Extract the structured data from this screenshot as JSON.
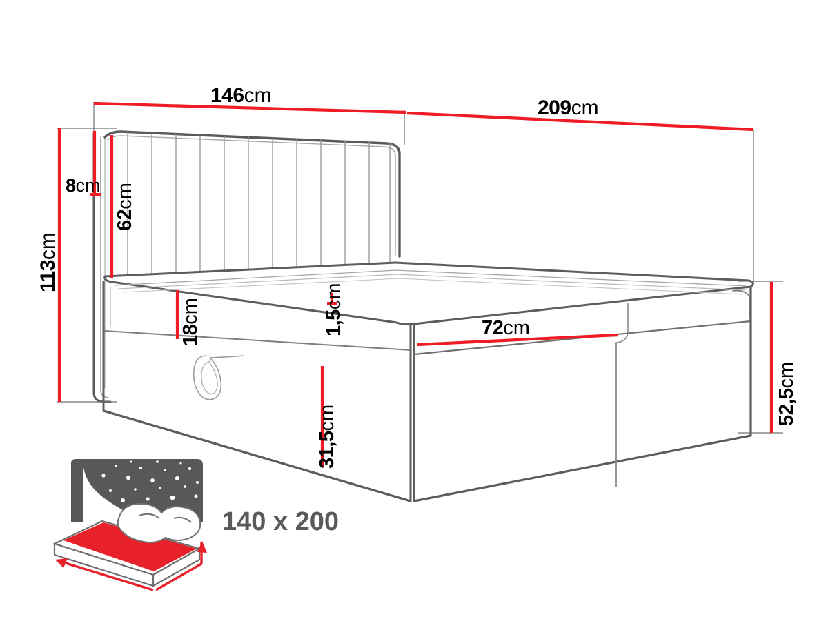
{
  "drawing": {
    "title": "Bed technical dimension drawing",
    "unit_suffix": "cm",
    "colors": {
      "dimension_line": "#ee1c25",
      "outline_dark": "#4d4d4d",
      "outline_light": "#8c8c8c",
      "text": "#000000",
      "caption_text": "#5a5a5a",
      "icon_night": "#585858",
      "icon_mattress": "#e8202a",
      "background": "#ffffff"
    }
  },
  "dimensions": {
    "width_total": {
      "value": "146",
      "unit": "cm",
      "label": "146cm"
    },
    "length_total": {
      "value": "209",
      "unit": "cm",
      "label": "209cm"
    },
    "height_total": {
      "value": "113",
      "unit": "cm",
      "label": "113cm"
    },
    "headboard_offset": {
      "value": "8",
      "unit": "cm",
      "label": "8cm"
    },
    "headboard_height": {
      "value": "62",
      "unit": "cm",
      "label": "62cm"
    },
    "base_front_height": {
      "value": "18",
      "unit": "cm",
      "label": "18cm"
    },
    "topper_thickness": {
      "value": "1,5",
      "unit": "cm",
      "label": "1,5cm"
    },
    "box_height": {
      "value": "31,5",
      "unit": "cm",
      "label": "31,5cm"
    },
    "mattress_width_seat": {
      "value": "72",
      "unit": "cm",
      "label": "72cm"
    },
    "side_height": {
      "value": "52,5",
      "unit": "cm",
      "label": "52,5cm"
    }
  },
  "mattress_icon": {
    "caption": "140 x 200",
    "alt": "starry-night-bed-icon"
  }
}
